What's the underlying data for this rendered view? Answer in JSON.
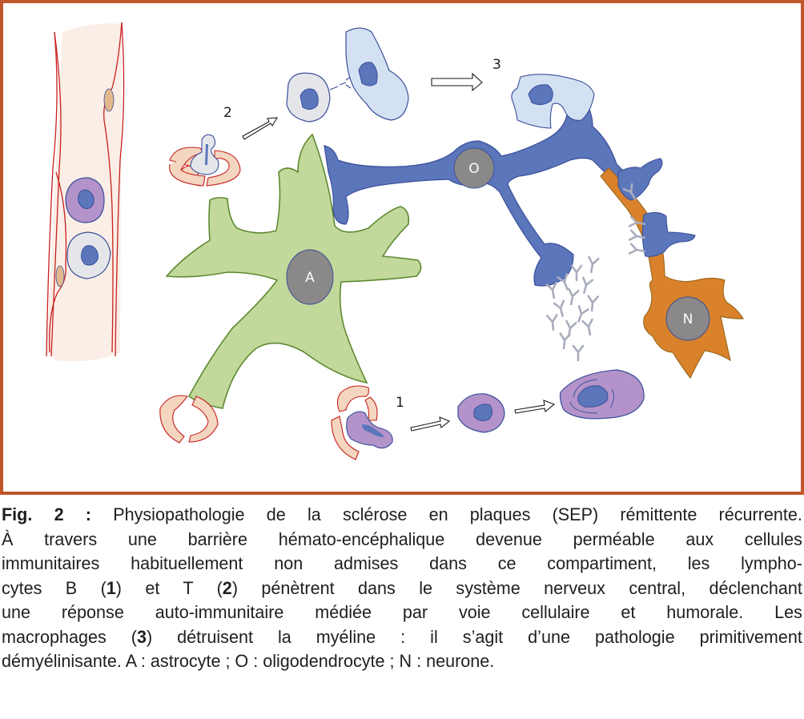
{
  "figure": {
    "frame_color": "#c0562a",
    "labels": {
      "step_1": "1",
      "step_2": "2",
      "step_3": "3",
      "astrocyte": "A",
      "oligodendrocyte": "O",
      "neuron": "N"
    },
    "colors": {
      "vessel_fill": "#fbeee6",
      "vessel_stroke": "#c8201e",
      "endothelial_nucleus": "#e2b98e",
      "b_cell_cytoplasm": "#b393c9",
      "t_cell_cytoplasm": "#e5e6ea",
      "cell_nucleus": "#5b76bb",
      "cell_stroke": "#3a4f9a",
      "astrocyte_fill": "#c3d89b",
      "astrocyte_stroke": "#5e8a32",
      "oligodendrocyte_fill": "#5b76bb",
      "macrophage_fill": "#d3e1f3",
      "neuron_fill": "#d9822b",
      "neuron_stroke": "#9e6a1e",
      "nucleus_grey": "#8a8888",
      "antibody": "#a9adbc",
      "endfeet_fill": "#f4d6c0"
    }
  },
  "caption": {
    "fig_label": "Fig. 2 :",
    "lines": [
      " Physiopathologie de la sclérose en plaques (SEP) rémittente récurrente.",
      "À travers une barrière hémato-encéphalique devenue perméable aux cellules",
      "immunitaires habituellement non admises dans ce compartiment, les lympho-"
    ],
    "line4": {
      "a": "cytes B (",
      "b": "1",
      "c": ") et T (",
      "d": "2",
      "e": ") pénètrent dans le système nerveux central, déclenchant"
    },
    "line5": "une réponse auto-immunitaire médiée par voie cellulaire et humorale. Les",
    "line6": {
      "a": "macrophages (",
      "b": "3",
      "c": ") détruisent la myéline : il s’agit d’une pathologie primitivement"
    },
    "line7": "démyélinisante. A : astrocyte ; O : oligodendrocyte ; N : neurone."
  }
}
